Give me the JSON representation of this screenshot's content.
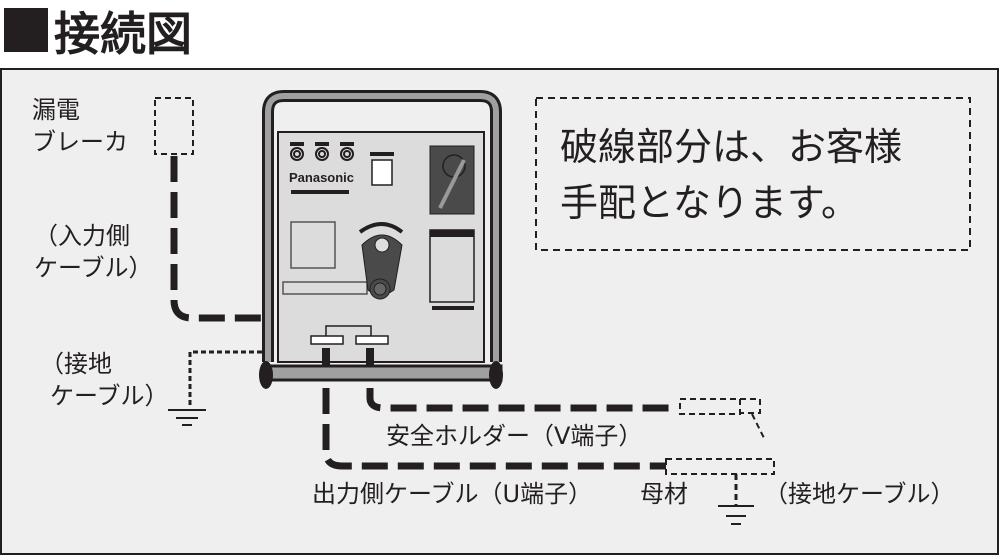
{
  "title": "接続図",
  "labels": {
    "breaker_1": "漏電",
    "breaker_2": "ブレーカ",
    "input_cable_1": "（入力側",
    "input_cable_2": "ケーブル）",
    "ground_cable_1": "（接地",
    "ground_cable_2": "ケーブル）",
    "holder": "安全ホルダー（V端子）",
    "output_cable": "出力側ケーブル（U端子）",
    "base_metal": "母材",
    "ground_cable_right": "（接地ケーブル）",
    "brand": "Panasonic"
  },
  "note": {
    "line1": "破線部分は、お客様",
    "line2": "手配となります。"
  }
}
